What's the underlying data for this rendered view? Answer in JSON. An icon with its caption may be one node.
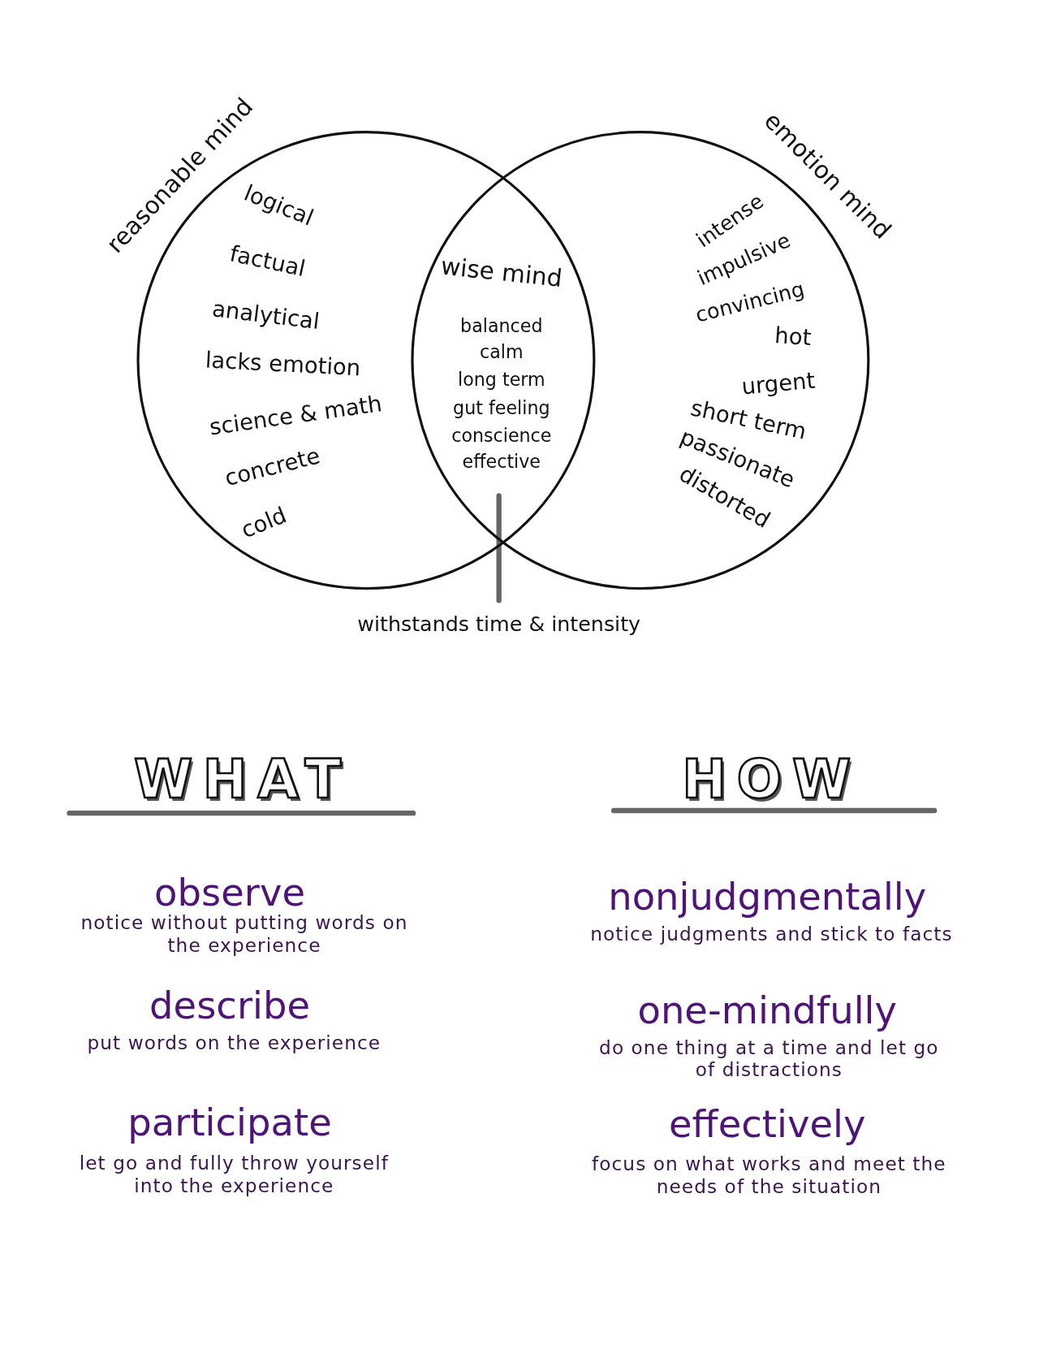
{
  "diagram": {
    "nodes": [
      {
        "text": [
          "reasonable mind",
          "logical",
          "factual",
          "analytical",
          "lacks emotion",
          "science & math",
          "concrete",
          "cold"
        ]
      },
      {
        "text": [
          "emotion mind",
          "intense",
          "impulsive",
          "convincing",
          "hot",
          "urgent",
          "short term",
          "passionate",
          "distorted"
        ]
      },
      {
        "text": [
          "wise mind",
          "balanced",
          "calm",
          "long term",
          "gut feeling",
          "conscience",
          "effective"
        ]
      },
      {
        "text": [
          "withstands time & intensity"
        ]
      }
    ],
    "edges": [
      {
        "from": 3,
        "to": 2,
        "arrow": "none"
      }
    ],
    "labels": [
      "WHAT",
      "observe",
      "notice without putting words on the experience",
      "describe",
      "put words on the experience",
      "participate",
      "let go and fully throw yourself into the experience",
      "HOW",
      "nonjudgmentally",
      "notice judgments and stick to facts",
      "one-mindfully",
      "do one thing at a time and let go of distractions",
      "effectively",
      "focus on what works and meet the needs of the situation"
    ]
  }
}
